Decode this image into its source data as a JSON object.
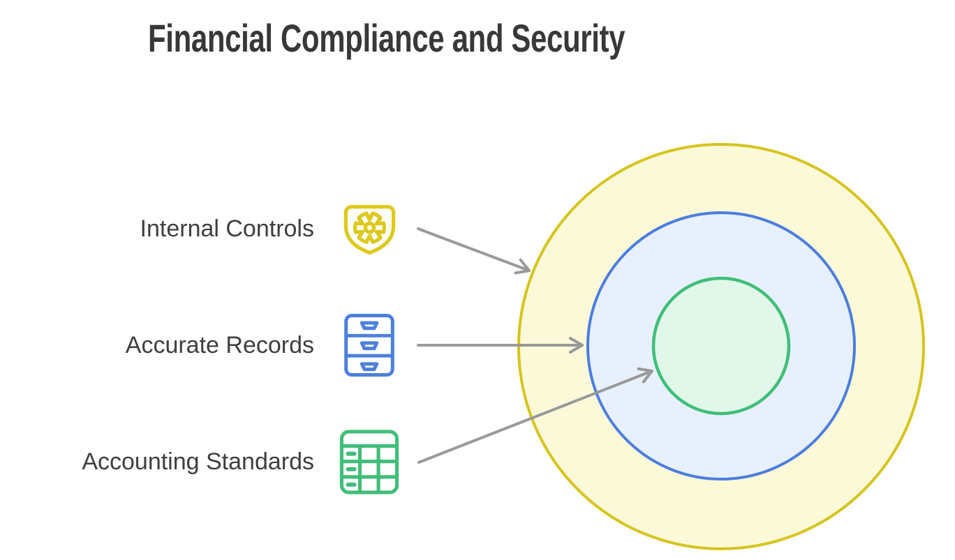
{
  "title": "Financial Compliance and Security",
  "items": [
    {
      "label": "Internal Controls",
      "icon": "shield-gear-icon",
      "color": "#DDC91C"
    },
    {
      "label": "Accurate Records",
      "icon": "file-drawers-icon",
      "color": "#4D80DC"
    },
    {
      "label": "Accounting Standards",
      "icon": "table-grid-icon",
      "color": "#41BE79"
    }
  ],
  "rings": {
    "outer": {
      "stroke": "#D6C41E",
      "fill": "#FBF9D8"
    },
    "middle": {
      "stroke": "#4C7EDE",
      "fill": "#E7F0FC"
    },
    "inner": {
      "stroke": "#40BE78",
      "fill": "#E0F7EA"
    }
  },
  "connectors": {
    "color": "#999999"
  },
  "colors": {
    "background": "#FFFFFF",
    "title_text": "#383838",
    "label_text": "#3E3E3E"
  }
}
